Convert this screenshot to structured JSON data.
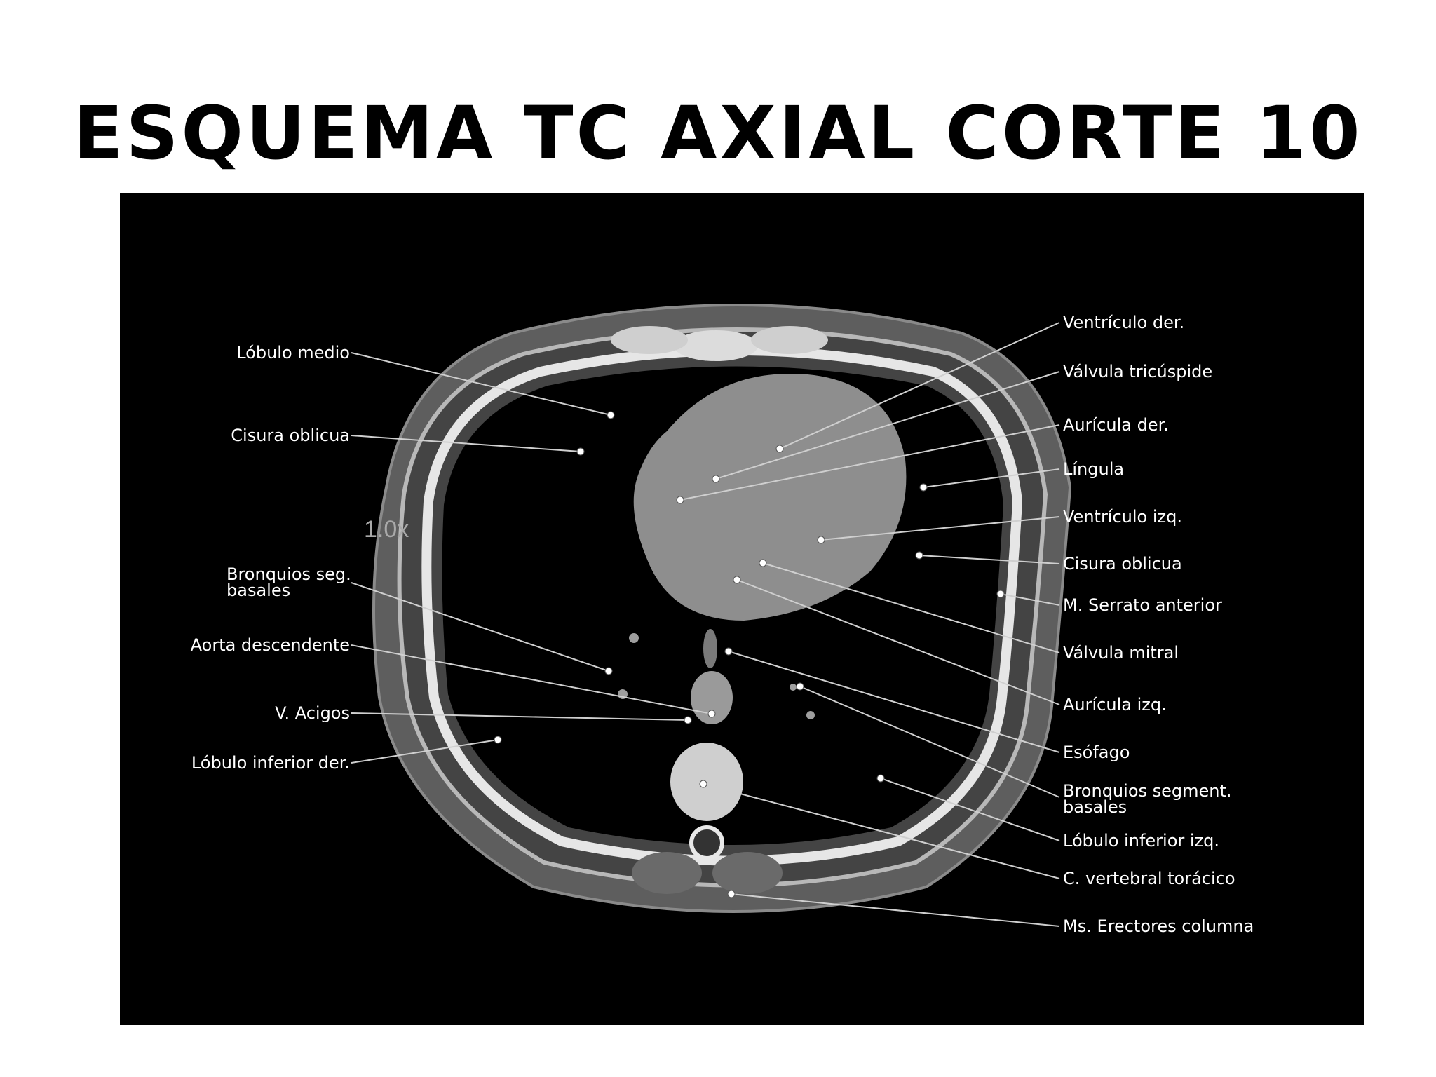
{
  "title": "ESQUEMA TC AXIAL CORTE 10",
  "zoom_label": "1.0x",
  "labels_left": {
    "lobulo_medio": "Lóbulo medio",
    "cisura_oblicua": "Cisura oblicua",
    "bronquios_seg_1": "Bronquios seg.",
    "bronquios_seg_2": "basales",
    "aorta": "Aorta descendente",
    "acigos": "V. Acigos",
    "lobulo_inferior_der": "Lóbulo inferior der."
  },
  "labels_right": {
    "ventriculo_der": "Ventrículo der.",
    "valvula_tricuspide": "Válvula tricúspide",
    "auricula_der": "Aurícula der.",
    "lingula": "Língula",
    "ventriculo_izq": "Ventrículo izq.",
    "cisura_oblicua": "Cisura oblicua",
    "serrato": "M. Serrato anterior",
    "valvula_mitral": "Válvula mitral",
    "auricula_izq": "Aurícula izq.",
    "esofago": "Esófago",
    "bronquios_segment_1": "Bronquios segment.",
    "bronquios_segment_2": "basales",
    "lobulo_inferior_izq": "Lóbulo inferior izq.",
    "vertebral": "C. vertebral torácico",
    "erectores": "Ms. Erectores columna"
  }
}
